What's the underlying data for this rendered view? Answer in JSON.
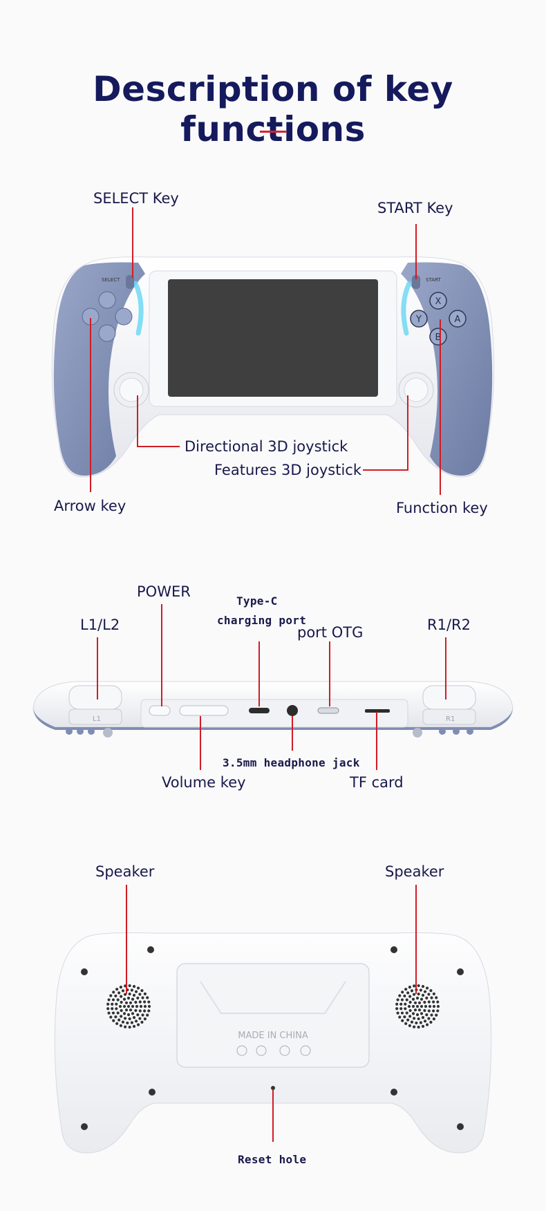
{
  "page": {
    "title": "Description of key functions"
  },
  "front_view": {
    "labels": {
      "select_key": "SELECT Key",
      "start_key": "START Key",
      "directional_joystick": "Directional 3D joystick",
      "features_joystick": "Features 3D joystick",
      "arrow_key": "Arrow key",
      "function_key": "Function key"
    },
    "device_text": {
      "select_print": "SELECT",
      "start_print": "START",
      "btn_x": "X",
      "btn_y": "Y",
      "btn_a": "A",
      "btn_b": "B"
    }
  },
  "top_view": {
    "labels": {
      "power": "POWER",
      "l1_l2": "L1/L2",
      "type_c_line1": "Type-C",
      "type_c_line2": "charging port",
      "port_otg": "port OTG",
      "r1_r2": "R1/R2",
      "headphone_jack": "3.5mm headphone jack",
      "volume_key": "Volume key",
      "tf_card": "TF card"
    },
    "device_text": {
      "l1": "L1",
      "r1": "R1"
    }
  },
  "back_view": {
    "labels": {
      "speaker_left": "Speaker",
      "speaker_right": "Speaker",
      "reset_hole": "Reset hole"
    },
    "device_text": {
      "made_in": "MADE IN CHINA"
    }
  },
  "colors": {
    "title": "#151a5c",
    "accent_line": "#d01c24",
    "device_white": "#f2f3f6",
    "device_blue": "#8594b8",
    "screen": "#3f3f3f",
    "glow": "#6fd8f5"
  }
}
